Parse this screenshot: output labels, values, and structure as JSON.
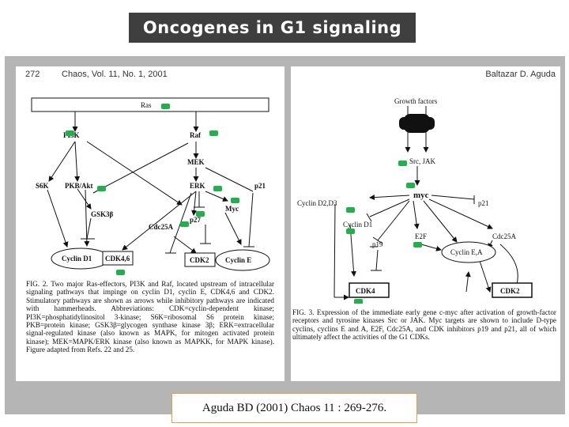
{
  "title": "Oncogenes in G1 signaling",
  "left_panel": {
    "page_number": "272",
    "journal": "Chaos, Vol. 11, No. 1, 2001",
    "nodes": {
      "ras": "Ras",
      "pi3k": "PI3K",
      "raf": "Raf",
      "mek": "MEK",
      "s6k": "S6K",
      "pkb": "PKB/Akt",
      "erk": "ERK",
      "p21": "p21",
      "gsk3": "GSK3β",
      "myc": "Myc",
      "p27": "p27",
      "cdc25a": "Cdc25A",
      "cyclin_d1": "Cyclin D1",
      "cdk46": "CDK4,6",
      "cdk2": "CDK2",
      "cyclin_e": "Cyclin E"
    },
    "caption": "FIG. 2. Two major Ras-effectors, PI3K and Raf, located upstream of intracellular signaling pathways that impinge on cyclin D1, cyclin E, CDK4,6 and CDK2. Stimulatory pathways are shown as arrows while inhibitory pathways are indicated with hammerheads. Abbreviations: CDK=cyclin-dependent kinase; PI3K=phosphatidylinositol 3-kinase; S6K=ribosomal S6 protein kinase; PKB=protein kinase; GSK3β=glycogen synthase kinase 3β; ERK=extracellular signal-regulated kinase (also known as MAPK, for mitogen activated protein kinase); MEK=MAPK/ERK kinase (also known as MAPKK, for MAPK kinase). Figure adapted from Refs. 22 and 25."
  },
  "right_panel": {
    "author": "Baltazar D. Aguda",
    "nodes": {
      "growth_factors": "Growth factors",
      "src_jak": "Src, JAK",
      "myc": "myc",
      "cyclin_d23": "Cyclin D2,D3",
      "p21": "p21",
      "cyclin_d1": "Cyclin D1",
      "e2f": "E2F",
      "cdc25a": "Cdc25A",
      "p19": "p19",
      "cyclin_ea": "Cyclin E,A",
      "cdk4": "CDK4",
      "cdk2": "CDK2"
    },
    "caption": "FIG. 3. Expression of the immediate early gene c-myc after activation of growth-factor receptors and tyrosine kinases Src or JAK. Myc targets are shown to include D-type cyclins, cyclins E and A, E2F, Cdc25A, and CDK inhibitors p19 and p21, all of which ultimately affect the activities of the G1 CDKs."
  },
  "citation": "Aguda BD (2001) Chaos 11 : 269-276.",
  "colors": {
    "title_bg": "#3f3f3f",
    "frame": "#b5b5b5",
    "marker": "#22b04a",
    "citation_border": "#e0a050"
  }
}
